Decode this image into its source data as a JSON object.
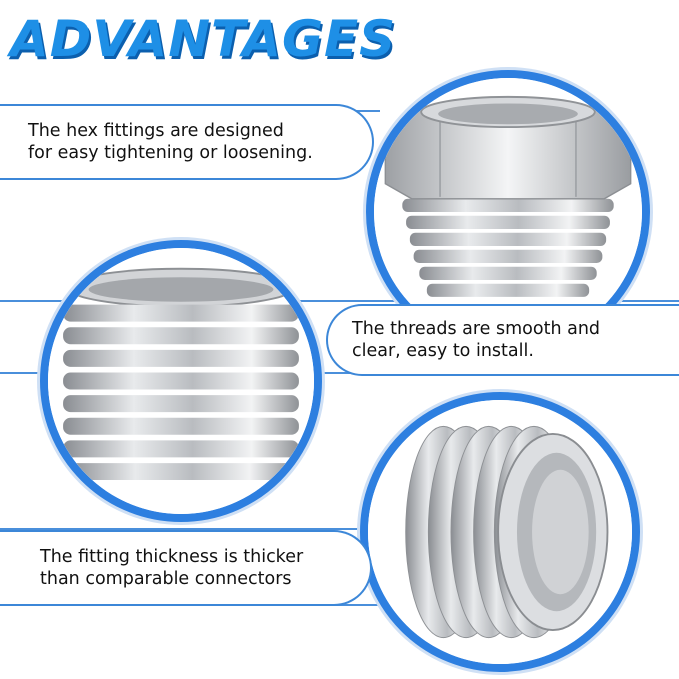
{
  "title": "ADVANTAGES",
  "features": [
    {
      "text": "The hex fittings are designed for easy tightening or loosening.",
      "line1": "The hex fittings are designed",
      "line2": "for easy tightening or loosening."
    },
    {
      "text": "The threads are smooth and clear, easy to install.",
      "line1": "The threads are smooth and",
      "line2": "clear, easy to install."
    },
    {
      "text": "The fitting thickness is thicker than comparable connectors",
      "line1": "The fitting thickness is thicker",
      "line2": "than comparable connectors"
    }
  ],
  "colors": {
    "accent": "#1e8fe6",
    "border": "#2d7fe0",
    "line": "#4a8fdb"
  }
}
